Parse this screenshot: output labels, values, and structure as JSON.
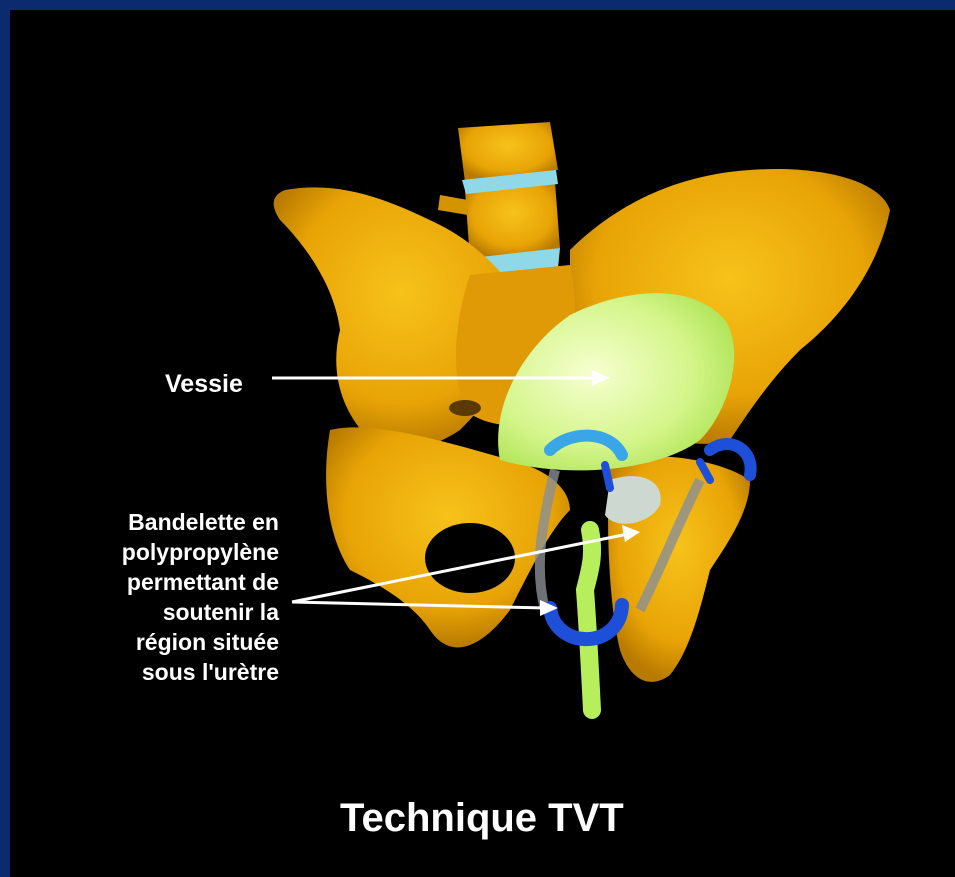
{
  "title": "Technique TVT",
  "labels": {
    "vessie": "Vessie",
    "bandelette_lines": [
      "Bandelette en",
      "polypropylène",
      "permettant de",
      "soutenir la",
      "région située",
      "sous l'urètre"
    ]
  },
  "colors": {
    "frame": "#0c2a6e",
    "background": "#000000",
    "bone": "#f2b20a",
    "bladder": "#c8f07a",
    "sling": "#1e4fd8",
    "disc": "#8fd8e8",
    "text": "#ffffff"
  }
}
